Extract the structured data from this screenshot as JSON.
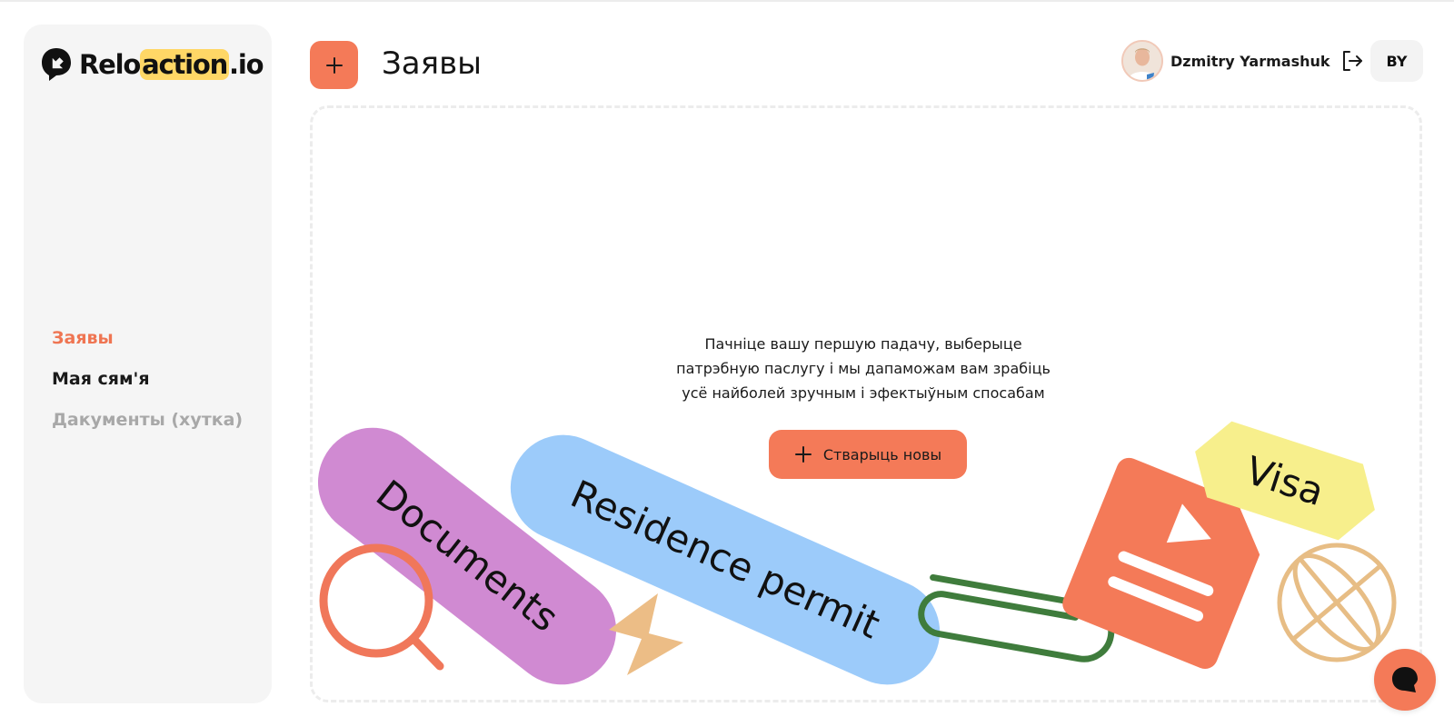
{
  "brand": {
    "name_part1": "Relo",
    "name_highlight": "action",
    "name_part2": ".io"
  },
  "sidebar": {
    "items": [
      {
        "label": "Заявы",
        "state": "active"
      },
      {
        "label": "Мая сям'я",
        "state": "normal"
      },
      {
        "label": "Дакументы (хутка)",
        "state": "disabled"
      }
    ]
  },
  "header": {
    "title": "Заявы",
    "user_name": "Dzmitry Yarmashuk",
    "language": "BY"
  },
  "empty_state": {
    "line1": "Пачніце вашу першую падачу, выберыце",
    "line2": "патрэбную паслугу і мы дапаможам вам зрабіць",
    "line3": "усё найболей зручным і эфектыўным спосабам",
    "create_label": "Стварыць новы"
  },
  "illustration": {
    "documents_label": "Documents",
    "residence_label": "Residence permit",
    "visa_label": "Visa"
  },
  "colors": {
    "accent": "#f47a58",
    "documents": "#d08ad2",
    "residence": "#9ccbfa",
    "visa": "#f7ef8c",
    "lightning": "#ecbd86",
    "paperclip": "#3f7c3c",
    "globe": "#e7bd85"
  },
  "icons": {
    "add": "plus-icon",
    "logout": "logout-icon",
    "chat": "chat-bubble-icon"
  }
}
